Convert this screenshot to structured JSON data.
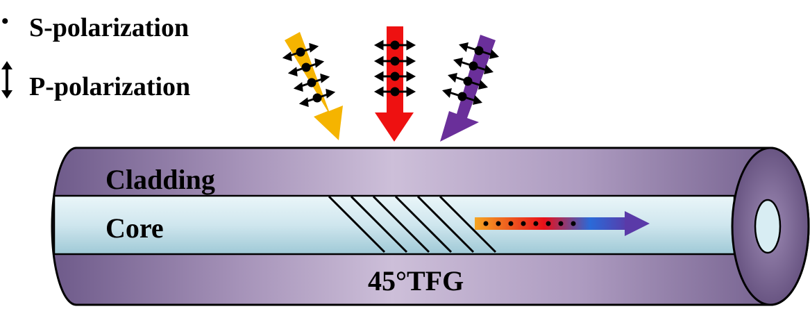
{
  "legend": {
    "s_symbol": "•",
    "s_label": "S-polarization",
    "p_symbol": "↕",
    "p_label": "P-polarization"
  },
  "fiber": {
    "cladding_label": "Cladding",
    "core_label": "Core",
    "grating_label": "45°TFG",
    "cladding_color": "#8b7aa2",
    "core_color": "#cfe6ee"
  },
  "beams": [
    {
      "name": "yellow-beam",
      "color": "#f5b400"
    },
    {
      "name": "red-beam",
      "color": "#ee1111"
    },
    {
      "name": "purple-beam",
      "color": "#6a2f9a"
    }
  ],
  "output_arrow": {
    "gradient": [
      "#f5a623",
      "#e8101a",
      "#2a6ad8",
      "#5a3aa8"
    ]
  }
}
